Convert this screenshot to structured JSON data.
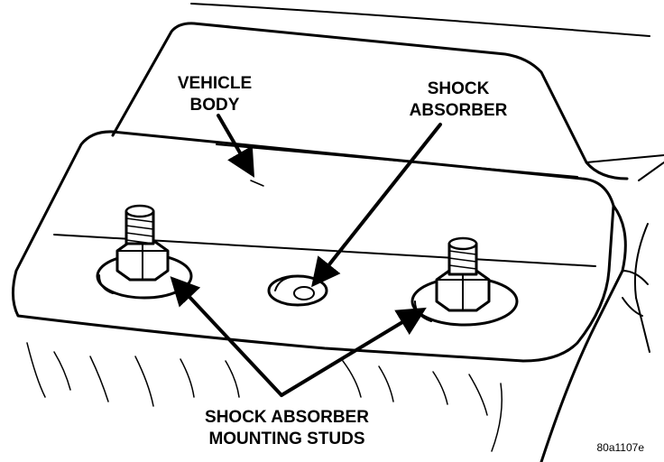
{
  "labels": {
    "vehicle_body": [
      "VEHICLE",
      "BODY"
    ],
    "shock_absorber": [
      "SHOCK",
      "ABSORBER"
    ],
    "mounting_studs": [
      "SHOCK ABSORBER",
      "MOUNTING STUDS"
    ]
  },
  "figure_number": "80a1107e"
}
